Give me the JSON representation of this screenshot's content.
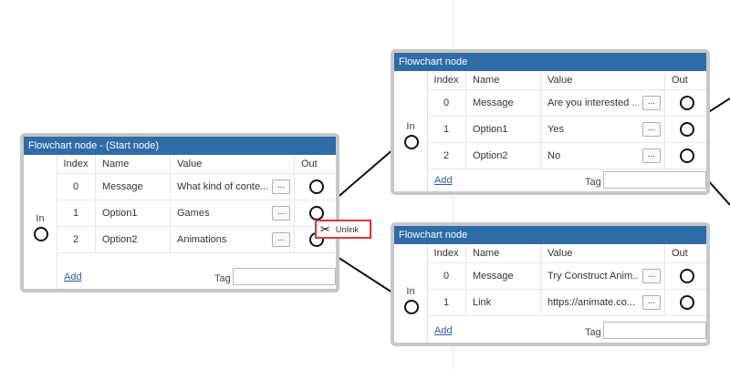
{
  "columns": {
    "index": "Index",
    "name": "Name",
    "value": "Value",
    "out": "Out"
  },
  "in_label": "In",
  "add_label": "Add",
  "tag_label": "Tag",
  "dots_label": "...",
  "nodes": [
    {
      "title": "Flowchart node - (Start node)",
      "rows": [
        {
          "index": "0",
          "name": "Message",
          "value": "What kind of conte..."
        },
        {
          "index": "1",
          "name": "Option1",
          "value": "Games"
        },
        {
          "index": "2",
          "name": "Option2",
          "value": "Animations"
        }
      ]
    },
    {
      "title": "Flowchart node",
      "rows": [
        {
          "index": "0",
          "name": "Message",
          "value": "Are you interested ..."
        },
        {
          "index": "1",
          "name": "Option1",
          "value": "Yes"
        },
        {
          "index": "2",
          "name": "Option2",
          "value": "No"
        }
      ]
    },
    {
      "title": "Flowchart node",
      "rows": [
        {
          "index": "0",
          "name": "Message",
          "value": "Try Construct Anim..."
        },
        {
          "index": "1",
          "name": "Link",
          "value": "https://animate.co..."
        }
      ]
    }
  ],
  "context_menu": {
    "unlink_label": "Unlink",
    "icon": "scissors-icon"
  }
}
